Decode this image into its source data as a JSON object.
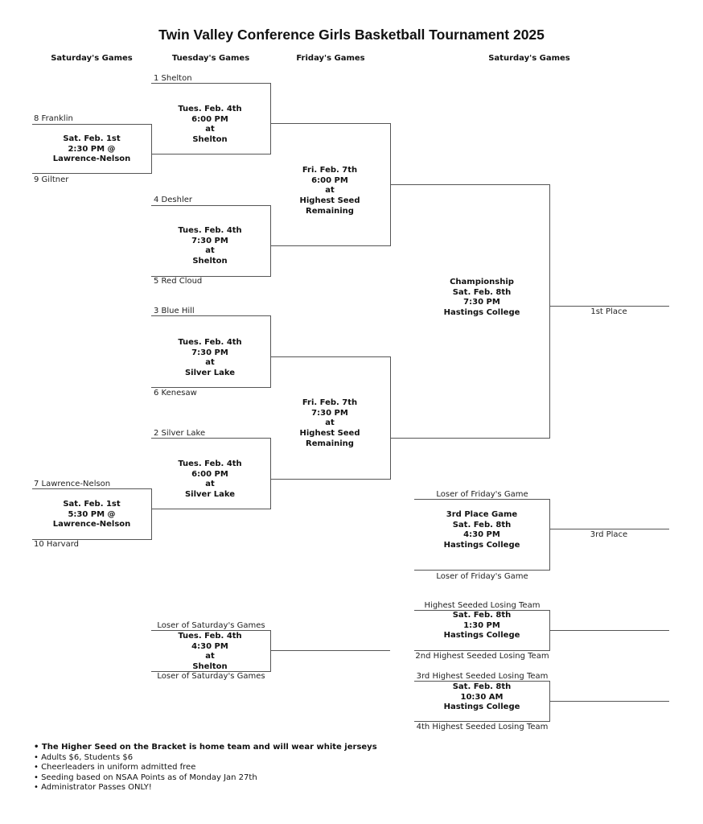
{
  "title": "Twin Valley Conference Girls Basketball Tournament 2025",
  "column_headers": [
    "Saturday's Games",
    "Tuesday's Games",
    "Friday's Games",
    "Saturday's Games"
  ],
  "round1": [
    {
      "top": "8  Franklin",
      "bottom": "9  Giltner",
      "lines": [
        "Sat. Feb. 1st",
        "2:30 PM @",
        "Lawrence-Nelson"
      ]
    },
    {
      "top": "7  Lawrence-Nelson",
      "bottom": "10  Harvard",
      "lines": [
        "Sat. Feb. 1st",
        "5:30 PM @",
        "Lawrence-Nelson"
      ]
    }
  ],
  "quarterfinals": [
    {
      "top": "1  Shelton",
      "bottom": "",
      "lines": [
        "Tues. Feb. 4th",
        "6:00 PM",
        "at",
        "Shelton"
      ]
    },
    {
      "top": "4  Deshler",
      "bottom": "5  Red Cloud",
      "lines": [
        "Tues. Feb. 4th",
        "7:30 PM",
        "at",
        "Shelton"
      ]
    },
    {
      "top": "3  Blue Hill",
      "bottom": "6  Kenesaw",
      "lines": [
        "Tues. Feb. 4th",
        "7:30 PM",
        "at",
        "Silver Lake"
      ]
    },
    {
      "top": "2  Silver Lake",
      "bottom": "",
      "lines": [
        "Tues. Feb. 4th",
        "6:00 PM",
        "at",
        "Silver Lake"
      ]
    }
  ],
  "semifinals": [
    {
      "lines": [
        "Fri. Feb. 7th",
        "6:00 PM",
        "at",
        "Highest Seed",
        "Remaining"
      ]
    },
    {
      "lines": [
        "Fri. Feb. 7th",
        "7:30 PM",
        "at",
        "Highest Seed",
        "Remaining"
      ]
    }
  ],
  "championship": {
    "lines": [
      "Championship",
      "Sat. Feb. 8th",
      "7:30 PM",
      "Hastings College"
    ],
    "result": "1st Place"
  },
  "third_place": {
    "top": "Loser of Friday's Game",
    "bottom": "Loser of Friday's Game",
    "lines": [
      "3rd Place Game",
      "Sat. Feb. 8th",
      "4:30 PM",
      "Hastings College"
    ],
    "result": "3rd Place"
  },
  "consolation_tue": {
    "top": "Loser of Saturday's Games",
    "bottom": "Loser of Saturday's Games",
    "lines": [
      "Tues. Feb. 4th",
      "4:30 PM",
      "at",
      "Shelton"
    ]
  },
  "consolation_sat1": {
    "top": "Highest Seeded Losing Team",
    "bottom": "2nd Highest Seeded Losing Team",
    "lines": [
      "Sat. Feb. 8th",
      "1:30 PM",
      "Hastings College"
    ]
  },
  "consolation_sat2": {
    "top": "3rd Highest Seeded Losing Team",
    "bottom": "4th Highest Seeded Losing Team",
    "lines": [
      "Sat. Feb. 8th",
      "10:30 AM",
      "Hastings College"
    ]
  },
  "notes": [
    "• The Higher Seed on the Bracket is home team and will wear white jerseys",
    "• Adults $6, Students $6",
    "• Cheerleaders in uniform admitted free",
    "• Seeding based on NSAA Points as of Monday Jan 27th",
    "• Administrator Passes ONLY!"
  ]
}
